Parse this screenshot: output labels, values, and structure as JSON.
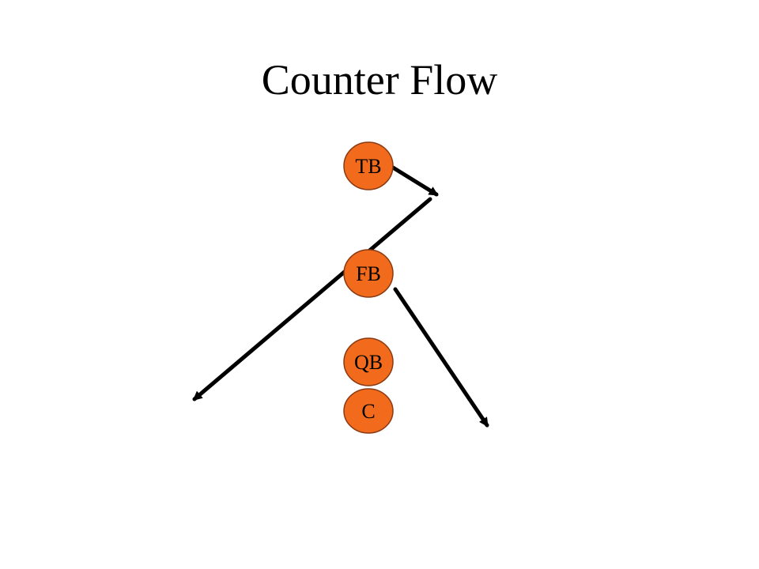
{
  "title": "Counter Flow",
  "colors": {
    "player_fill": "#F26B1D",
    "player_stroke": "#8A3A12",
    "route": "#000000"
  },
  "players": [
    {
      "id": "tb",
      "label": "TB"
    },
    {
      "id": "fb",
      "label": "FB"
    },
    {
      "id": "qb",
      "label": "QB"
    },
    {
      "id": "c",
      "label": "C"
    }
  ]
}
